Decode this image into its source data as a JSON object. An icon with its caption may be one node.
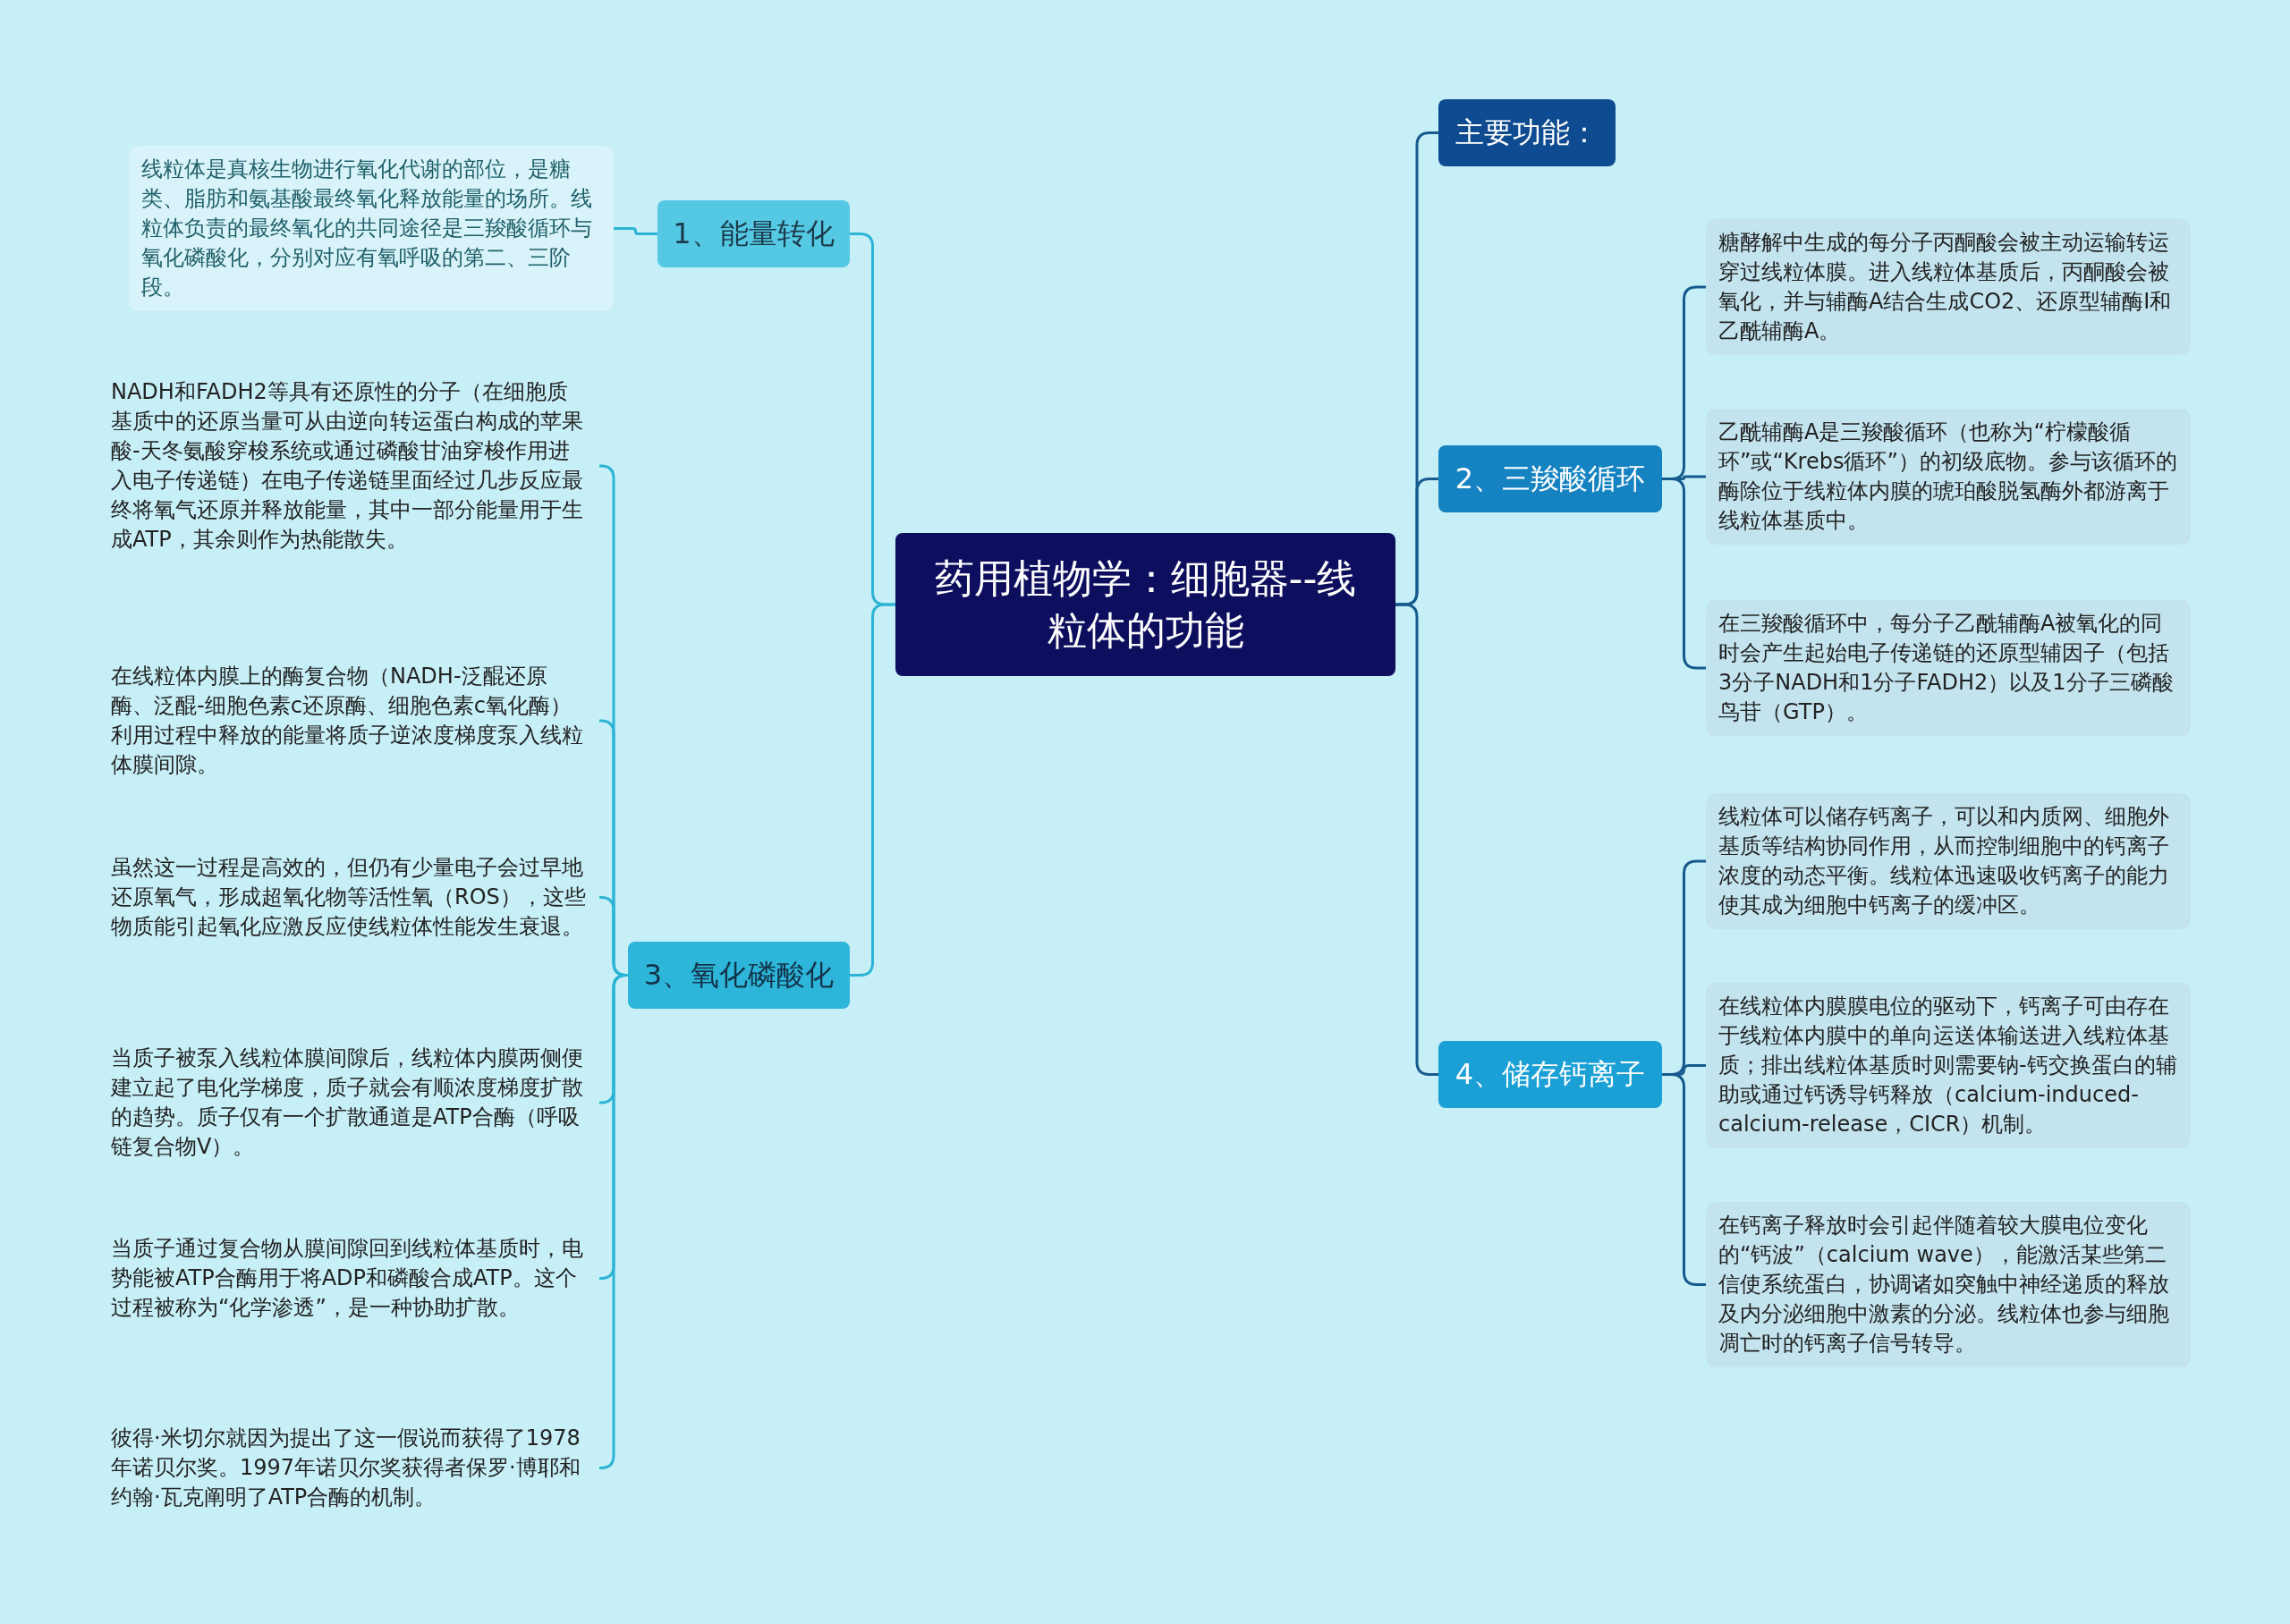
{
  "diagram": {
    "nodes": [
      {
        "text": [
          "药用植物学：细胞器--线粒体的功能"
        ]
      },
      {
        "text": [
          "1、能量转化"
        ]
      },
      {
        "text": [
          "线粒体是真核生物进行氧化代谢的部位，是糖类、脂肪和氨基酸最终氧化释放能量的场所。线粒体负责的最终氧化的共同途径是三羧酸循环与氧化磷酸化，分别对应有氧呼吸的第二、三阶段。"
        ]
      },
      {
        "text": [
          "3、氧化磷酸化"
        ]
      },
      {
        "text": [
          "NADH和FADH2等具有还原性的分子（在细胞质基质中的还原当量可从由逆向转运蛋白构成的苹果酸-天冬氨酸穿梭系统或通过磷酸甘油穿梭作用进入电子传递链）在电子传递链里面经过几步反应最终将氧气还原并释放能量，其中一部分能量用于生成ATP，其余则作为热能散失。"
        ]
      },
      {
        "text": [
          "在线粒体内膜上的酶复合物（NADH-泛醌还原酶、泛醌-细胞色素c还原酶、细胞色素c氧化酶）利用过程中释放的能量将质子逆浓度梯度泵入线粒体膜间隙。"
        ]
      },
      {
        "text": [
          "虽然这一过程是高效的，但仍有少量电子会过早地还原氧气，形成超氧化物等活性氧（ROS），这些物质能引起氧化应激反应使线粒体性能发生衰退。"
        ]
      },
      {
        "text": [
          "当质子被泵入线粒体膜间隙后，线粒体内膜两侧便建立起了电化学梯度，质子就会有顺浓度梯度扩散的趋势。质子仅有一个扩散通道是ATP合酶（呼吸链复合物V）。"
        ]
      },
      {
        "text": [
          "当质子通过复合物从膜间隙回到线粒体基质时，电势能被ATP合酶用于将ADP和磷酸合成ATP。这个过程被称为“化学渗透”，是一种协助扩散。"
        ]
      },
      {
        "text": [
          "彼得·米切尔就因为提出了这一假说而获得了1978年诺贝尔奖。1997年诺贝尔奖获得者保罗·博耶和约翰·瓦克阐明了ATP合酶的机制。"
        ]
      },
      {
        "text": [
          "主要功能："
        ]
      },
      {
        "text": [
          "2、三羧酸循环"
        ]
      },
      {
        "text": [
          "糖酵解中生成的每分子丙酮酸会被主动运输转运穿过线粒体膜。进入线粒体基质后，丙酮酸会被氧化，并与辅酶A结合生成CO2、还原型辅酶Ⅰ和乙酰辅酶A。"
        ]
      },
      {
        "text": [
          "乙酰辅酶A是三羧酸循环（也称为“柠檬酸循环”或“Krebs循环”）的初级底物。参与该循环的酶除位于线粒体内膜的琥珀酸脱氢酶外都游离于线粒体基质中。"
        ]
      },
      {
        "text": [
          "在三羧酸循环中，每分子乙酰辅酶A被氧化的同时会产生起始电子传递链的还原型辅因子（包括3分子NADH和1分子FADH2）以及1分子三磷酸鸟苷（GTP）。"
        ]
      },
      {
        "text": [
          "4、储存钙离子"
        ]
      },
      {
        "text": [
          "线粒体可以储存钙离子，可以和内质网、细胞外基质等结构协同作用，从而控制细胞中的钙离子浓度的动态平衡。线粒体迅速吸收钙离子的能力使其成为细胞中钙离子的缓冲区。"
        ]
      },
      {
        "text": [
          "在线粒体内膜膜电位的驱动下，钙离子可由存在于线粒体内膜中的单向运送体输送进入线粒体基质；排出线粒体基质时则需要钠-钙交换蛋白的辅助或通过钙诱导钙释放（calcium-induced-calcium-release，CICR）机制。"
        ]
      },
      {
        "text": [
          "在钙离子释放时会引起伴随着较大膜电位变化的“钙波”（calcium wave），能激活某些第二信使系统蛋白，协调诸如突触中神经递质的释放及内分泌细胞中激素的分泌。线粒体也参与细胞凋亡时的钙离子信号转导。"
        ]
      }
    ],
    "edges": [
      {
        "from": 0,
        "to": 1,
        "arrow": "none",
        "color": "#2bb4d6"
      },
      {
        "from": 1,
        "to": 2,
        "arrow": "none",
        "color": "#2bb4d6"
      },
      {
        "from": 0,
        "to": 3,
        "arrow": "none",
        "color": "#2bb4d6"
      },
      {
        "from": 3,
        "to": 4,
        "arrow": "none",
        "color": "#2bb4d6"
      },
      {
        "from": 3,
        "to": 5,
        "arrow": "none",
        "color": "#2bb4d6"
      },
      {
        "from": 3,
        "to": 6,
        "arrow": "none",
        "color": "#2bb4d6"
      },
      {
        "from": 3,
        "to": 7,
        "arrow": "none",
        "color": "#2bb4d6"
      },
      {
        "from": 3,
        "to": 8,
        "arrow": "none",
        "color": "#2bb4d6"
      },
      {
        "from": 3,
        "to": 9,
        "arrow": "none",
        "color": "#2bb4d6"
      },
      {
        "from": 0,
        "to": 10,
        "arrow": "none",
        "color": "#165a8e"
      },
      {
        "from": 0,
        "to": 11,
        "arrow": "none",
        "color": "#165a8e"
      },
      {
        "from": 11,
        "to": 12,
        "arrow": "none",
        "color": "#165a8e"
      },
      {
        "from": 11,
        "to": 13,
        "arrow": "none",
        "color": "#165a8e"
      },
      {
        "from": 11,
        "to": 14,
        "arrow": "none",
        "color": "#165a8e"
      },
      {
        "from": 0,
        "to": 15,
        "arrow": "none",
        "color": "#165a8e"
      },
      {
        "from": 15,
        "to": 16,
        "arrow": "none",
        "color": "#165a8e"
      },
      {
        "from": 15,
        "to": 17,
        "arrow": "none",
        "color": "#165a8e"
      },
      {
        "from": 15,
        "to": 18,
        "arrow": "none",
        "color": "#165a8e"
      }
    ]
  }
}
